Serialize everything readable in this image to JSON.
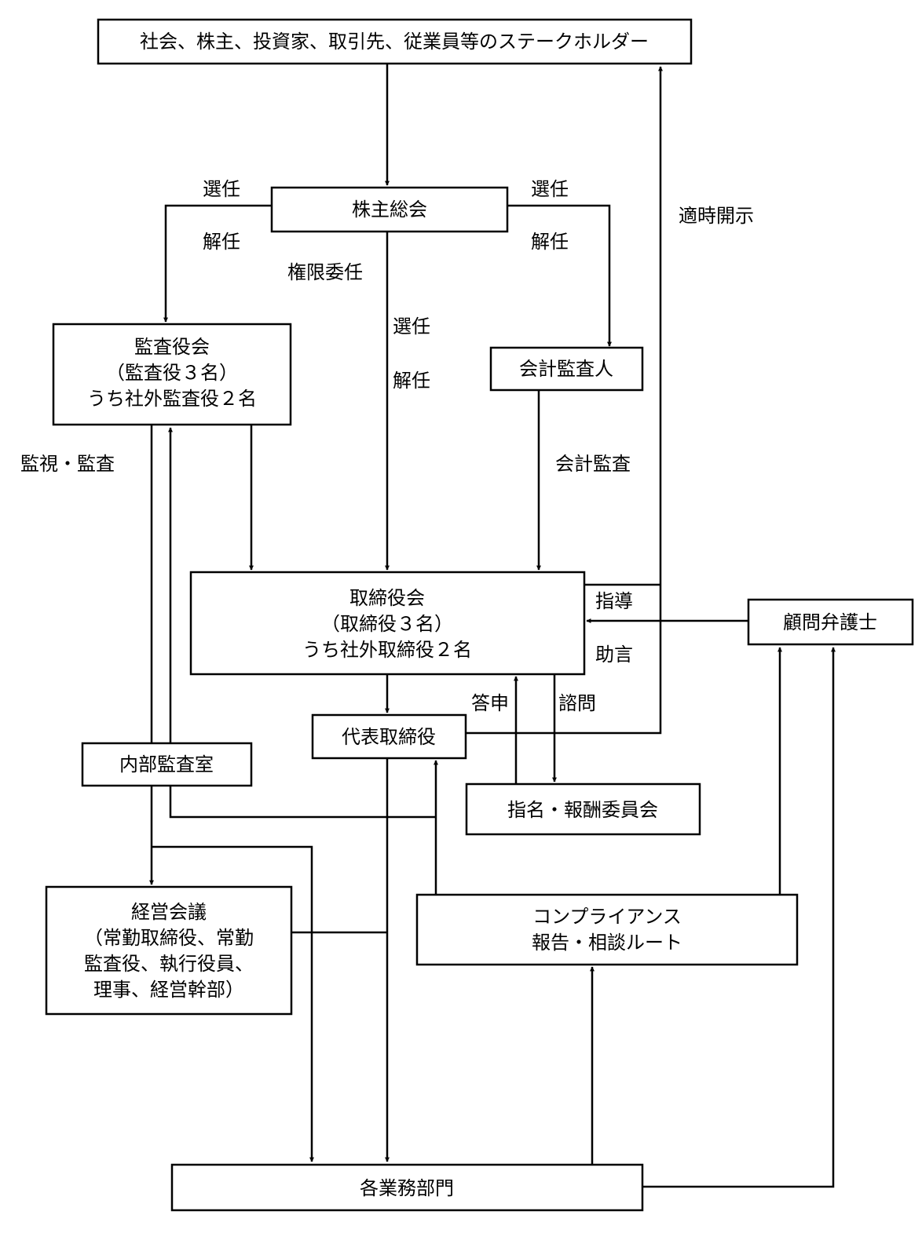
{
  "boxes": {
    "stakeholders": [
      "社会、株主、投資家、取引先、従業員等のステークホルダー"
    ],
    "shareholders_meeting": [
      "株主総会"
    ],
    "audit_board": [
      "監査役会",
      "（監査役３名）",
      "うち社外監査役２名"
    ],
    "accounting_auditor": [
      "会計監査人"
    ],
    "board_of_directors": [
      "取締役会",
      "（取締役３名）",
      "うち社外取締役２名"
    ],
    "legal_advisor": [
      "顧問弁護士"
    ],
    "representative_director": [
      "代表取締役"
    ],
    "internal_audit": [
      "内部監査室"
    ],
    "nomination_committee": [
      "指名・報酬委員会"
    ],
    "management_meeting": [
      "経営会議",
      "（常勤取締役、常勤",
      "監査役、執行役員、",
      "理事、経営幹部）"
    ],
    "compliance_route": [
      "コンプライアンス",
      "報告・相談ルート"
    ],
    "business_departments": [
      "各業務部門"
    ]
  },
  "labels": {
    "elect_left": "選任",
    "dismiss_left": "解任",
    "elect_right": "選任",
    "dismiss_right": "解任",
    "delegation": "権限委任",
    "elect_center": "選任",
    "dismiss_center": "解任",
    "timely_disclosure": "適時開示",
    "monitoring_audit": "監視・監査",
    "accounting_audit": "会計監査",
    "guidance": "指導",
    "advice": "助言",
    "report_answer": "答申",
    "consultation": "諮問"
  }
}
